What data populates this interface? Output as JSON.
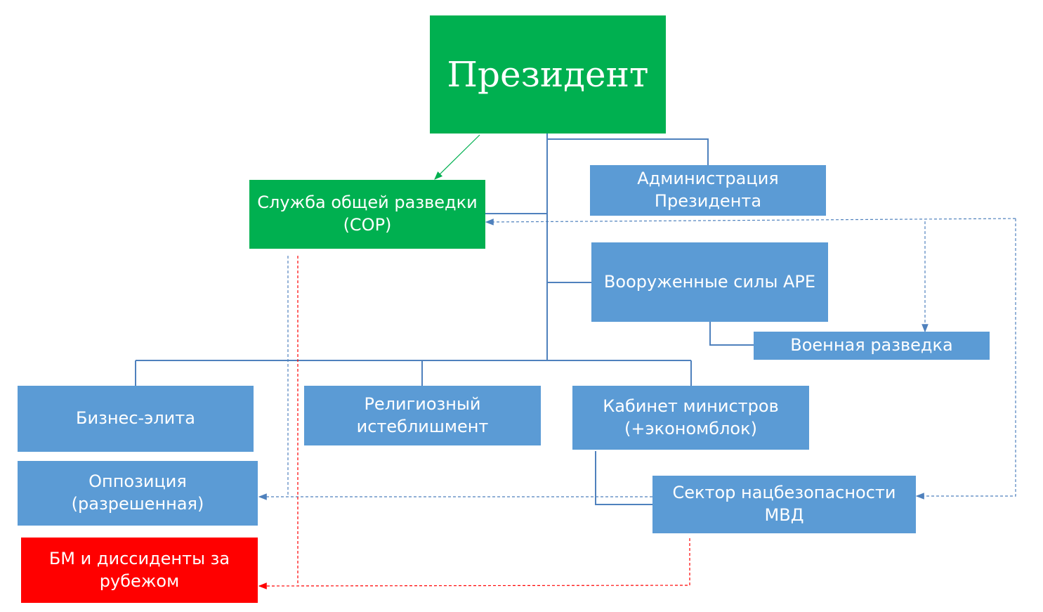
{
  "colors": {
    "blue_box": "#5b9bd5",
    "green_box": "#00b050",
    "red_box": "#ff0000",
    "connector": "#4f81bd",
    "green_arrow": "#00b050",
    "red_dashed": "#ff0000"
  },
  "nodes": {
    "president": "Президент",
    "sor": [
      "Служба общей разведки",
      "(СОР)"
    ],
    "administration": [
      "Администрация",
      "Президента"
    ],
    "armed_forces": "Вооруженные силы АРЕ",
    "military_intel": "Военная разведка",
    "business_elite": "Бизнес-элита",
    "religious": [
      "Религиозный",
      "истеблишмент"
    ],
    "cabinet": [
      "Кабинет министров",
      "(+экономблок)"
    ],
    "opposition": [
      "Оппозиция",
      "(разрешенная)"
    ],
    "security_sector": [
      "Сектор нацбезопасности",
      "МВД"
    ],
    "bm_dissidents": [
      "БМ и диссиденты за",
      "рубежом"
    ]
  }
}
